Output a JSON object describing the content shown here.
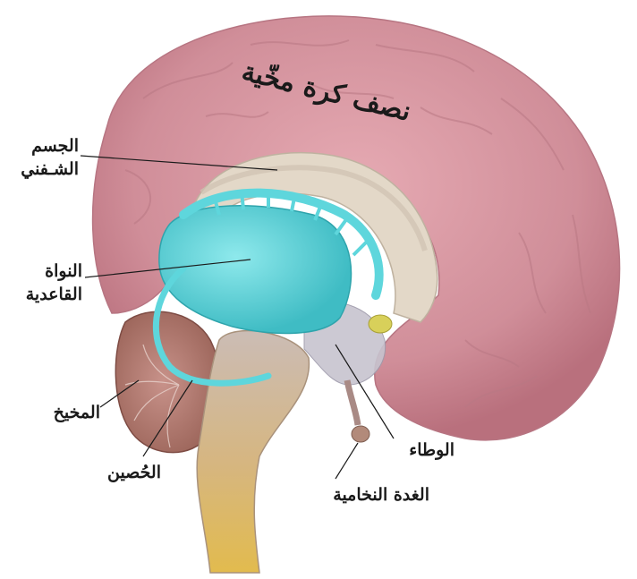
{
  "title": "نصف كرة مخّية",
  "labels": {
    "corpus_callosum": {
      "line1": "الجسم",
      "line2": "الشـفني"
    },
    "caudate_nucleus": {
      "line1": "النواة",
      "line2": "القاعدية"
    },
    "cerebellum": "المخيخ",
    "hippocampus": "الحُصين",
    "hypothalamus": "الوطاء",
    "pituitary_gland": "الغدة النخامية"
  },
  "colors": {
    "cerebrum": "#d99aa5",
    "corpus_callosum": "#e3d8c8",
    "caudate": "#5ed6dc",
    "hippocampus": "#9e9bb8",
    "cerebellum": "#b98277",
    "brainstem": "#d9b06a",
    "pituitary": "#d8d05a"
  }
}
